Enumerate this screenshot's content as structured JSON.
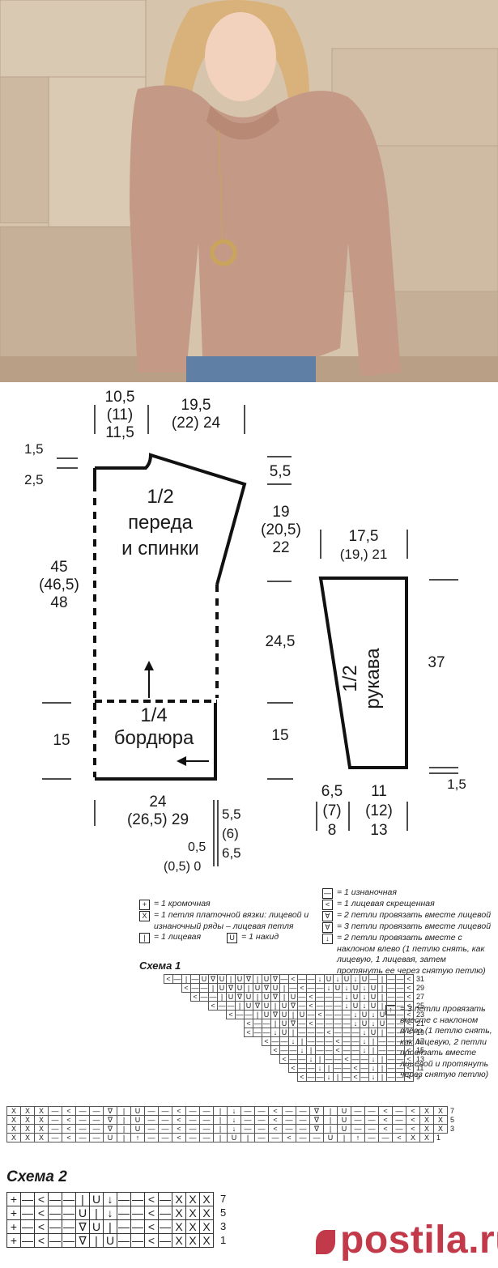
{
  "photo": {
    "subject": "woman-in-knit-sweater"
  },
  "pattern_piece_body": {
    "label_lines": [
      "1/2",
      "переда",
      "и спинки"
    ],
    "dims": {
      "neck_width": [
        "10,5",
        "(11)",
        "11,5"
      ],
      "shoulder_width": [
        "19,5",
        "(22)  24"
      ],
      "neck_depth_top": "1,5",
      "neck_depth_bottom": "2,5",
      "shoulder_slope": "5,5",
      "armhole": [
        "19",
        "(20,5)",
        "22"
      ],
      "total_height": [
        "45",
        "(46,5)",
        "48"
      ],
      "side_height": "24,5",
      "border_height_left": "15",
      "border_height_right": "15",
      "bottom_width": [
        "24",
        "(26,5)  29"
      ],
      "side_a": [
        "5,5",
        "(6)",
        "6,5"
      ],
      "side_b_top": "0,5",
      "side_b_bottom": "(0,5)  0"
    }
  },
  "pattern_piece_border": {
    "label_lines": [
      "1/4",
      "бордюра"
    ]
  },
  "pattern_piece_sleeve": {
    "label_lines": [
      "1/2",
      "рукава"
    ],
    "dims": {
      "top_width": [
        "17,5",
        "(19,)  21"
      ],
      "height": "37",
      "cuff": "1,5",
      "left_bottom": [
        "6,5",
        "(7)",
        "8"
      ],
      "bottom_width": [
        "11",
        "(12)",
        "13"
      ]
    }
  },
  "legend": {
    "left": [
      {
        "symbol": "+",
        "text": "= 1 кромочная"
      },
      {
        "symbol": "X",
        "text": "= 1 петля платочной вязки: лицевой и изнаночный ряды – лицевая петля"
      },
      {
        "symbol": "|",
        "text": "= 1 лицевая"
      },
      {
        "symbol": "U",
        "text": "= 1 накид"
      }
    ],
    "right": [
      {
        "symbol": "—",
        "text": "= 1 изнаночная"
      },
      {
        "symbol": "<",
        "text": "= 1 лицевая скрещенная"
      },
      {
        "symbol": "∀",
        "text": "= 2 петли провязать вместе лицевой"
      },
      {
        "symbol": "∀",
        "text": "= 3 петли провязать вместе лицевой"
      },
      {
        "symbol": "↓",
        "text": "= 2 петли провязать вместе с наклоном влево (1 петлю снять, как лицевую, 1 лицевая, затем протянуть ее через снятую петлю)"
      },
      {
        "symbol": "↑",
        "text": "= 3 петли провязать вместе с наклоном влево (1 петлю снять, как лицевую, 2 петли провязать вместе лицевой и протянуть через снятую петлю)"
      }
    ]
  },
  "scheme1": {
    "title": "Схема 1",
    "upper_rows": [
      {
        "n": "31",
        "cells": "<—|—U∀U|U∀|U∀—<——↓U↓U↓U—|——<"
      },
      {
        "n": "29",
        "cells": "<——|U∀U|U∀U|—<——↓U↓U↓U|——<"
      },
      {
        "n": "27",
        "cells": "<——|U∀U|U∀|U—<———↓U↓U|——<"
      },
      {
        "n": "25",
        "cells": "<——|U∀U|U∀—<———↓U↓U|——<"
      },
      {
        "n": "23",
        "cells": "<——|U∀U|U—<———↓U↓U——<"
      },
      {
        "n": "21",
        "cells": "<——|U∀—<————↓U↓U——<"
      },
      {
        "n": "19",
        "cells": "<——↓U|———<———↓U|——<"
      },
      {
        "n": "17",
        "cells": "<——↓|———<——↓|———<"
      },
      {
        "n": "15",
        "cells": "<——↓|——<——↓|———<"
      },
      {
        "n": "13",
        "cells": "<——↓|——<——↓|——<"
      },
      {
        "n": "11",
        "cells": "<——↓|——<—↓|——<"
      },
      {
        "n": "9",
        "cells": "<——↓|—<—↓|——<"
      }
    ],
    "lower_rows": [
      {
        "n": "7",
        "cells": "XXX—<——∀|U——<——|↓——<——∀|U——<—<XX"
      },
      {
        "n": "5",
        "cells": "XXX—<——∀|U——<——|↓——<——∀|U——<—<XX"
      },
      {
        "n": "3",
        "cells": "XXX—<——∀|U——<——|↓——<——∀|U——<—<XX"
      },
      {
        "n": "1",
        "cells": "XXX—<——U|↑——<——|U|——<——U|↑——<XX"
      }
    ]
  },
  "scheme2": {
    "title": "Схема 2",
    "rows": [
      {
        "n": "7",
        "cells": [
          "+",
          "—",
          "<",
          "—",
          "—",
          "|",
          "U",
          "↓",
          "—",
          "—",
          "<",
          "—",
          "X",
          "X",
          "X"
        ]
      },
      {
        "n": "5",
        "cells": [
          "+",
          "—",
          "<",
          "—",
          "—",
          "U",
          "|",
          "↓",
          "—",
          "—",
          "<",
          "—",
          "X",
          "X",
          "X"
        ]
      },
      {
        "n": "3",
        "cells": [
          "+",
          "—",
          "<",
          "—",
          "—",
          "∀",
          "U",
          "|",
          "—",
          "—",
          "<",
          "—",
          "X",
          "X",
          "X"
        ]
      },
      {
        "n": "1",
        "cells": [
          "+",
          "—",
          "<",
          "—",
          "—",
          "∀",
          "|",
          "U",
          "—",
          "—",
          "<",
          "—",
          "X",
          "X",
          "X"
        ]
      }
    ]
  },
  "watermark": {
    "text": "postila.ru"
  },
  "colors": {
    "sweater": "#c49a86",
    "wall": "#c9b39a",
    "watermark": "#c23a4a"
  }
}
